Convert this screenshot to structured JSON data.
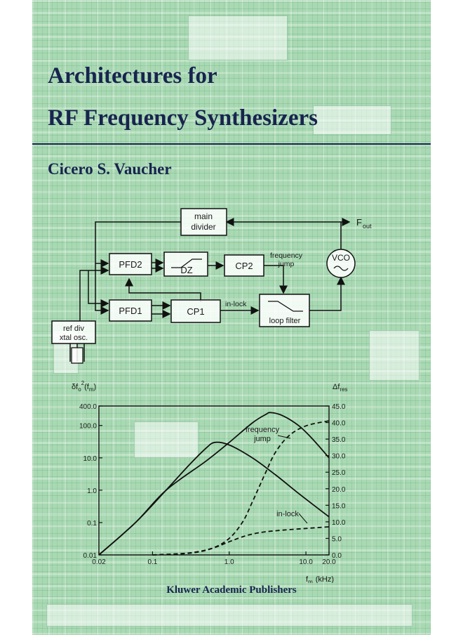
{
  "book": {
    "title_line1": "Architectures for",
    "title_line2": "RF Frequency Synthesizers",
    "author": "Cicero S. Vaucher",
    "publisher": "Kluwer Academic Publishers"
  },
  "colors": {
    "background": "#a9d9b3",
    "title_text": "#18244f"
  },
  "block_diagram": {
    "blocks": {
      "main_divider_l1": "main",
      "main_divider_l2": "divider",
      "pfd2": "PFD2",
      "dz": "DZ",
      "cp2": "CP2",
      "vco": "VCO",
      "pfd1": "PFD1",
      "cp1": "CP1",
      "loop_filter": "loop filter",
      "ref_div_l1": "ref div",
      "ref_div_l2": "xtal osc."
    },
    "labels": {
      "fout": "F",
      "fout_sub": "out",
      "frequency_jump_l1": "frequency",
      "frequency_jump_l2": "jump",
      "in_lock": "in-lock"
    }
  },
  "chart_data": {
    "type": "line",
    "xscale": "log",
    "xlabel": "f",
    "xlabel_sub": "m",
    "xlabel_unit": "(kHz)",
    "ylabel_left": "δf",
    "ylabel_left_sub": "o",
    "ylabel_left_sup": "2",
    "ylabel_left_tail": "(f",
    "ylabel_left_tail_sub": "m",
    "ylabel_left_end": ")",
    "ylabel_right": "Δf",
    "ylabel_right_sub": "res",
    "xlim": [
      0.02,
      20
    ],
    "ylim_left": [
      0.01,
      400
    ],
    "ylim_right": [
      0,
      45
    ],
    "x_ticks": [
      "0.02",
      "0.1",
      "1.0",
      "10.0",
      "20.0"
    ],
    "x_tick_values": [
      0.02,
      0.1,
      1,
      10,
      20
    ],
    "y_left_ticks": [
      "400.0",
      "100.0",
      "10.0",
      "1.0",
      "0.1",
      "0.01"
    ],
    "y_left_tick_values": [
      400,
      100,
      10,
      1,
      0.1,
      0.01
    ],
    "y_right_ticks": [
      "45.0",
      "40.0",
      "35.0",
      "30.0",
      "25.0",
      "20.0",
      "15.0",
      "10.0",
      "5.0",
      "0.0"
    ],
    "y_right_tick_values": [
      45,
      40,
      35,
      30,
      25,
      20,
      15,
      10,
      5,
      0
    ],
    "annotations": {
      "frequency_jump_l1": "frequency",
      "frequency_jump_l2": "jump",
      "in_lock": "in-lock"
    },
    "series": [
      {
        "axis": "left",
        "style": "solid",
        "x": [
          0.02,
          0.06,
          0.15,
          0.3,
          0.5,
          0.65,
          1.0,
          2.0,
          4.0,
          8.0,
          20.0
        ],
        "y": [
          0.01,
          0.1,
          1.0,
          6.0,
          20.0,
          30.0,
          25.0,
          10.0,
          3.0,
          0.8,
          0.15
        ]
      },
      {
        "axis": "left",
        "style": "solid",
        "x": [
          0.02,
          0.06,
          0.15,
          0.5,
          1.0,
          2.0,
          3.0,
          3.5,
          5.0,
          8.0,
          12.0,
          20.0
        ],
        "y": [
          0.01,
          0.1,
          1.0,
          8.0,
          30.0,
          120.0,
          220.0,
          250.0,
          200.0,
          100.0,
          40.0,
          10.0
        ]
      },
      {
        "axis": "right",
        "style": "dashed",
        "x": [
          0.1,
          0.3,
          0.6,
          1.0,
          1.5,
          2.0,
          3.0,
          4.0,
          6.0,
          10.0,
          20.0
        ],
        "y": [
          0.0,
          0.5,
          2.0,
          5.0,
          10.0,
          16.0,
          25.0,
          31.0,
          36.0,
          39.0,
          40.5
        ]
      },
      {
        "axis": "right",
        "style": "dashed",
        "x": [
          0.1,
          0.3,
          0.6,
          1.0,
          1.5,
          2.0,
          3.0,
          5.0,
          10.0,
          20.0
        ],
        "y": [
          0.0,
          0.6,
          2.0,
          4.0,
          5.5,
          6.3,
          7.0,
          7.5,
          8.0,
          8.5
        ]
      }
    ]
  }
}
